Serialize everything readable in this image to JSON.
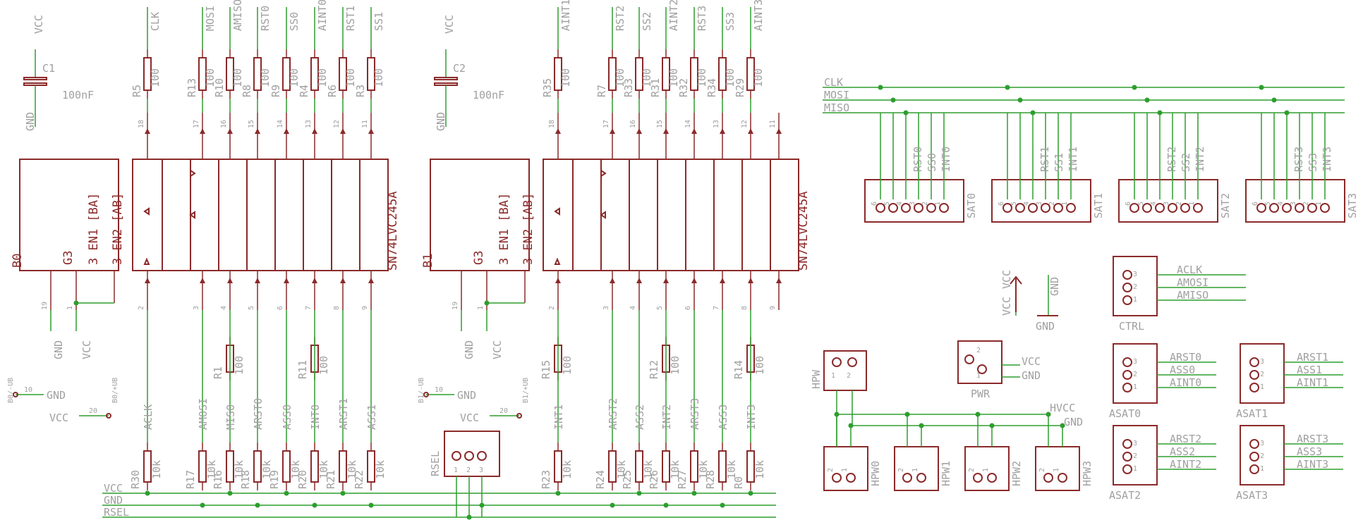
{
  "colors": {
    "symbol": "#8b2a2a",
    "wire": "#2e9e2e",
    "text": "#a0a0a0",
    "background": "#ffffff"
  },
  "buffers": [
    {
      "id": "B0",
      "part": "SN74LVC245A",
      "gates": [
        "G3",
        "3 EN1 [BA]",
        "3 EN2 [AB]"
      ],
      "pins_top": [
        "18",
        "17",
        "16",
        "15",
        "14",
        "13",
        "12",
        "11"
      ],
      "pins_bottom": [
        "2",
        "3",
        "4",
        "5",
        "6",
        "7",
        "8",
        "9"
      ],
      "g_pin": "19",
      "en_pin": "1",
      "gnd": "GND",
      "vcc": "VCC"
    },
    {
      "id": "B1",
      "part": "SN74LVC245A",
      "gates": [
        "G3",
        "3 EN1 [BA]",
        "3 EN2 [AB]"
      ],
      "pins_top": [
        "18",
        "17",
        "16",
        "15",
        "14",
        "13",
        "12",
        "11"
      ],
      "pins_bottom": [
        "2",
        "3",
        "4",
        "5",
        "6",
        "7",
        "8",
        "9"
      ],
      "g_pin": "19",
      "en_pin": "1",
      "gnd": "GND",
      "vcc": "VCC"
    }
  ],
  "caps": [
    {
      "id": "C1",
      "value": "100nF",
      "vcc": "VCC",
      "gnd": "GND"
    },
    {
      "id": "C2",
      "value": "100nF",
      "vcc": "VCC",
      "gnd": "GND"
    }
  ],
  "top_resistors_left": [
    {
      "id": "R5",
      "value": "100",
      "net": "CLK"
    },
    {
      "id": "R13",
      "value": "100",
      "net": "MOSI"
    },
    {
      "id": "R10",
      "value": "100",
      "net": "AMISO"
    },
    {
      "id": "R8",
      "value": "100",
      "net": "RST0"
    },
    {
      "id": "R9",
      "value": "100",
      "net": "SS0"
    },
    {
      "id": "R4",
      "value": "100",
      "net": "AINT0"
    },
    {
      "id": "R6",
      "value": "100",
      "net": "RST1"
    },
    {
      "id": "R3",
      "value": "100",
      "net": "SS1"
    }
  ],
  "top_resistors_right": [
    {
      "id": "R35",
      "value": "100",
      "net": "AINT1"
    },
    {
      "id": "R7",
      "value": "100",
      "net": "RST2"
    },
    {
      "id": "R33",
      "value": "100",
      "net": "SS2"
    },
    {
      "id": "R31",
      "value": "100",
      "net": "AINT2"
    },
    {
      "id": "R32",
      "value": "100",
      "net": "RST3"
    },
    {
      "id": "R34",
      "value": "100",
      "net": "SS3"
    },
    {
      "id": "R29",
      "value": "100",
      "net": "AINT3"
    }
  ],
  "mid_resistors": [
    {
      "id": "R1",
      "value": "100"
    },
    {
      "id": "R11",
      "value": "100"
    },
    {
      "id": "R15",
      "value": "100"
    },
    {
      "id": "R12",
      "value": "100"
    },
    {
      "id": "R14",
      "value": "100"
    }
  ],
  "bottom_nets_left": [
    "ACLK",
    "AMOSI",
    "MISO",
    "ARST0",
    "ASS0",
    "INT0",
    "ARST1",
    "ASS1"
  ],
  "bottom_nets_right": [
    "INT1",
    "ARST2",
    "ASS2",
    "INT2",
    "ARST3",
    "ASS3",
    "INT3"
  ],
  "bottom_resistors_left": [
    {
      "id": "R30",
      "value": "10k"
    },
    {
      "id": "R17",
      "value": "10k"
    },
    {
      "id": "R16",
      "value": "10k"
    },
    {
      "id": "R18",
      "value": "10k"
    },
    {
      "id": "R19",
      "value": "10k"
    },
    {
      "id": "R20",
      "value": "10k"
    },
    {
      "id": "R21",
      "value": "10k"
    },
    {
      "id": "R22",
      "value": "10k"
    }
  ],
  "bottom_resistors_right": [
    {
      "id": "R23",
      "value": "10k"
    },
    {
      "id": "R24",
      "value": "10k"
    },
    {
      "id": "R25",
      "value": "10k"
    },
    {
      "id": "R26",
      "value": "10k"
    },
    {
      "id": "R27",
      "value": "10k"
    },
    {
      "id": "R28",
      "value": "10k"
    },
    {
      "id": "R0",
      "value": "10k"
    }
  ],
  "buses": [
    "VCC",
    "GND",
    "RSEL"
  ],
  "jumpers": [
    {
      "id": "B0/-UB",
      "pin": "10",
      "net": "GND"
    },
    {
      "id": "B0/+UB",
      "pin": "20",
      "net": "VCC"
    },
    {
      "id": "B1/-UB",
      "pin": "10",
      "net": "GND"
    },
    {
      "id": "B1/+UB",
      "pin": "20",
      "net": "VCC"
    }
  ],
  "rsel": {
    "id": "RSEL",
    "pins": [
      "1",
      "2",
      "3"
    ]
  },
  "spi_bus": [
    "CLK",
    "MOSI",
    "MISO"
  ],
  "sat_headers": [
    {
      "id": "SAT0",
      "signals": [
        "RST0",
        "SS0",
        "INT0"
      ],
      "pins": [
        "6",
        "5",
        "4",
        "3",
        "2",
        "1"
      ]
    },
    {
      "id": "SAT1",
      "signals": [
        "RST1",
        "SS1",
        "INT1"
      ],
      "pins": [
        "6",
        "5",
        "4",
        "3",
        "2",
        "1"
      ]
    },
    {
      "id": "SAT2",
      "signals": [
        "RST2",
        "SS2",
        "INT2"
      ],
      "pins": [
        "6",
        "5",
        "4",
        "3",
        "2",
        "1"
      ]
    },
    {
      "id": "SAT3",
      "signals": [
        "RST3",
        "SS3",
        "INT3"
      ],
      "pins": [
        "6",
        "5",
        "4",
        "3",
        "2",
        "1"
      ]
    }
  ],
  "power_symbol": {
    "vcc": "VCC",
    "gnd": "GND"
  },
  "pwr": {
    "id": "PWR",
    "pins": [
      "2",
      "1"
    ],
    "nets": [
      "VCC",
      "GND"
    ]
  },
  "hpw": {
    "id": "HPW",
    "pins": [
      "1",
      "2"
    ]
  },
  "hpw_nets": [
    "HVCC",
    "GND"
  ],
  "hpw_headers": [
    {
      "id": "HPW0"
    },
    {
      "id": "HPW1"
    },
    {
      "id": "HPW2"
    },
    {
      "id": "HPW3"
    }
  ],
  "hpw_pins": [
    "2",
    "1"
  ],
  "ctrl": {
    "id": "CTRL",
    "pins": [
      "3",
      "2",
      "1"
    ],
    "signals": [
      "ACLK",
      "AMOSI",
      "AMISO"
    ]
  },
  "asat": [
    {
      "id": "ASAT0",
      "signals": [
        "ARST0",
        "ASS0",
        "AINT0"
      ],
      "pins": [
        "3",
        "2",
        "1"
      ]
    },
    {
      "id": "ASAT1",
      "signals": [
        "ARST1",
        "ASS1",
        "AINT1"
      ],
      "pins": [
        "3",
        "2",
        "1"
      ]
    },
    {
      "id": "ASAT2",
      "signals": [
        "ARST2",
        "ASS2",
        "AINT2"
      ],
      "pins": [
        "3",
        "2",
        "1"
      ]
    },
    {
      "id": "ASAT3",
      "signals": [
        "ARST3",
        "ASS3",
        "AINT3"
      ],
      "pins": [
        "3",
        "2",
        "1"
      ]
    }
  ]
}
